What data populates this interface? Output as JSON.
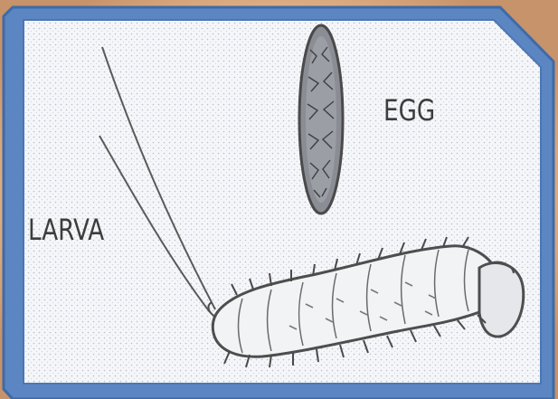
{
  "diagram": {
    "labels": {
      "egg": "EGG",
      "larva": "LARVA"
    },
    "parts": [
      "egg",
      "larva"
    ],
    "colors": {
      "frame_blue": "#5b86c2",
      "frame_dark_blue": "#3f6aa8",
      "outer_tan": "#e9bd92",
      "panel_background": "#f4f6f9",
      "ink": "#3d3d3d"
    }
  }
}
